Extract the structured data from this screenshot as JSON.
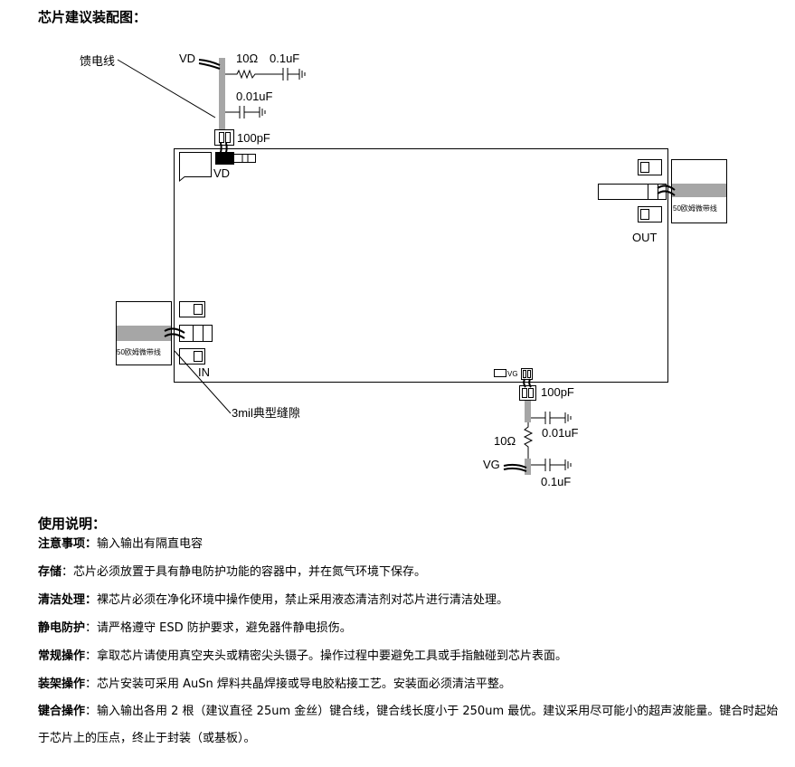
{
  "heading_assembly": "芯片建议装配图：",
  "diagram": {
    "feedline_label": "馈电线",
    "vd_top_label": "VD",
    "r_top_label": "10Ω",
    "c_top1_label": "0.1uF",
    "c_top2_label": "0.01uF",
    "c_top3_label": "100pF",
    "vd_pad_label": "VD",
    "out_label": "OUT",
    "microstrip_right_label": "50欧姆微带线",
    "microstrip_left_label": "50欧姆微带线",
    "in_label": "IN",
    "gap_label": "3mil典型缝隙",
    "vg_pad_label": "VG",
    "c_bot1_label": "100pF",
    "c_bot2_label": "0.01uF",
    "r_bot_label": "10Ω",
    "vg_label": "VG",
    "c_bot3_label": "0.1uF",
    "colors": {
      "line": "#000000",
      "feed": "#a6a6a6"
    }
  },
  "heading_usage": "使用说明：",
  "notes": [
    {
      "title": "注意事项：",
      "text": "输入输出有隔直电容"
    },
    {
      "title": "存储",
      "text": "：芯片必须放置于具有静电防护功能的容器中，并在氮气环境下保存。"
    },
    {
      "title": "清洁处理：",
      "text": "裸芯片必须在净化环境中操作使用，禁止采用液态清洁剂对芯片进行清洁处理。"
    },
    {
      "title": "静电防护",
      "text": "：请严格遵守 ESD 防护要求，避免器件静电损伤。"
    },
    {
      "title": "常规操作",
      "text": "：拿取芯片请使用真空夹头或精密尖头镊子。操作过程中要避免工具或手指触碰到芯片表面。"
    },
    {
      "title": "装架操作",
      "text": "：芯片安装可采用 AuSn 焊料共晶焊接或导电胶粘接工艺。安装面必须清洁平整。"
    },
    {
      "title": "键合操作",
      "text": "：输入输出各用 2 根（建议直径 25um 金丝）键合线，键合线长度小于 250um 最优。建议采用尽可能小的超声波能量。键合时起始于芯片上的压点，终止于封装（或基板）。"
    }
  ]
}
